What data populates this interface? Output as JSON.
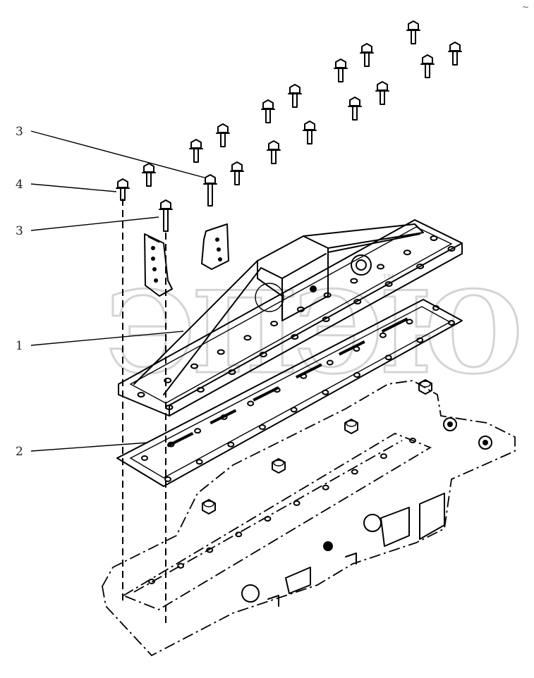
{
  "callouts": [
    {
      "label": "3"
    },
    {
      "label": "4"
    },
    {
      "label": "3"
    },
    {
      "label": "1"
    },
    {
      "label": "2"
    }
  ],
  "watermark": {
    "text": "ЭПЭЮ",
    "mark": "™"
  },
  "corner_mark": "~",
  "colors": {
    "ink": "#000000",
    "background": "#ffffff",
    "watermark": "#cfcfcf"
  }
}
